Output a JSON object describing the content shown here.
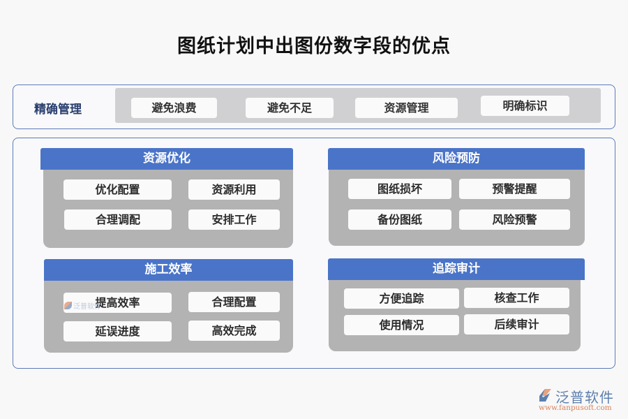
{
  "title": "图纸计划中出图份数字段的优点",
  "top_section": {
    "label": "精确管理",
    "items": [
      "避免浪费",
      "避免不足",
      "资源管理",
      "明确标识"
    ]
  },
  "groups": [
    {
      "title": "资源优化",
      "items": [
        "优化配置",
        "资源利用",
        "合理调配",
        "安排工作"
      ]
    },
    {
      "title": "风险预防",
      "items": [
        "图纸损坏",
        "预警提醒",
        "备份图纸",
        "风险预警"
      ]
    },
    {
      "title": "施工效率",
      "items": [
        "提高效率",
        "合理配置",
        "延误进度",
        "高效完成"
      ]
    },
    {
      "title": "追踪审计",
      "items": [
        "方便追踪",
        "核查工作",
        "使用情况",
        "后续审计"
      ]
    }
  ],
  "watermark": {
    "text": "泛普软件"
  },
  "brand": {
    "name": "泛普软件",
    "url": "www.fanpusoft.com"
  },
  "colors": {
    "header_blue": "#4a74c8",
    "panel_border": "#5b7bb8",
    "group_gray": "#b3b3b3",
    "top_gray": "#d0d0d2",
    "chip_bg": "#fafafa"
  }
}
